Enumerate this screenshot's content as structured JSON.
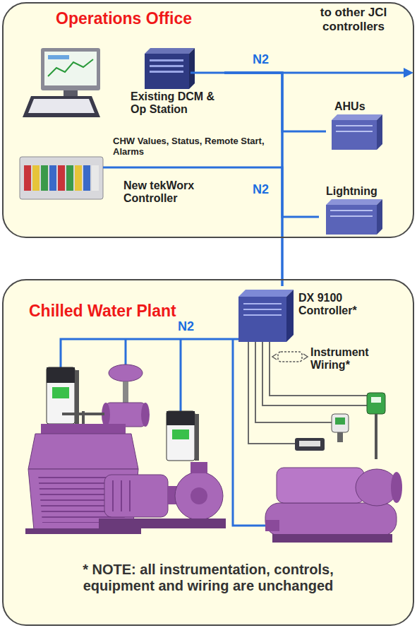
{
  "diagram": {
    "nodes": [
      {
        "text": [
          "Operations Office"
        ]
      },
      {
        "text": [
          "Existing DCM & Op Station"
        ],
        "in": 0
      },
      {
        "text": [
          "New tekWorx Controller"
        ],
        "in": 0
      },
      {
        "text": [
          "AHUs"
        ],
        "in": 0
      },
      {
        "text": [
          "Lightning"
        ],
        "in": 0
      },
      {
        "text": [
          "Chilled Water Plant"
        ]
      },
      {
        "text": [
          "DX 9100 Controller*"
        ],
        "in": 5
      }
    ],
    "edges": [
      {
        "from": 1,
        "to": 3,
        "arrow": "none"
      },
      {
        "from": 1,
        "to": 4,
        "arrow": "none"
      },
      {
        "from": 1,
        "to": 6,
        "arrow": "none"
      },
      {
        "from": 2,
        "to": 6,
        "label": "CHW Values, Status, Remote Start, Alarms",
        "arrow": "none"
      }
    ],
    "labels": [
      "to other JCI controllers",
      "N2",
      "N2",
      "N2",
      "Instrument Wiring*",
      "* NOTE: all instrumentation, controls, equipment and wiring are unchanged"
    ]
  }
}
